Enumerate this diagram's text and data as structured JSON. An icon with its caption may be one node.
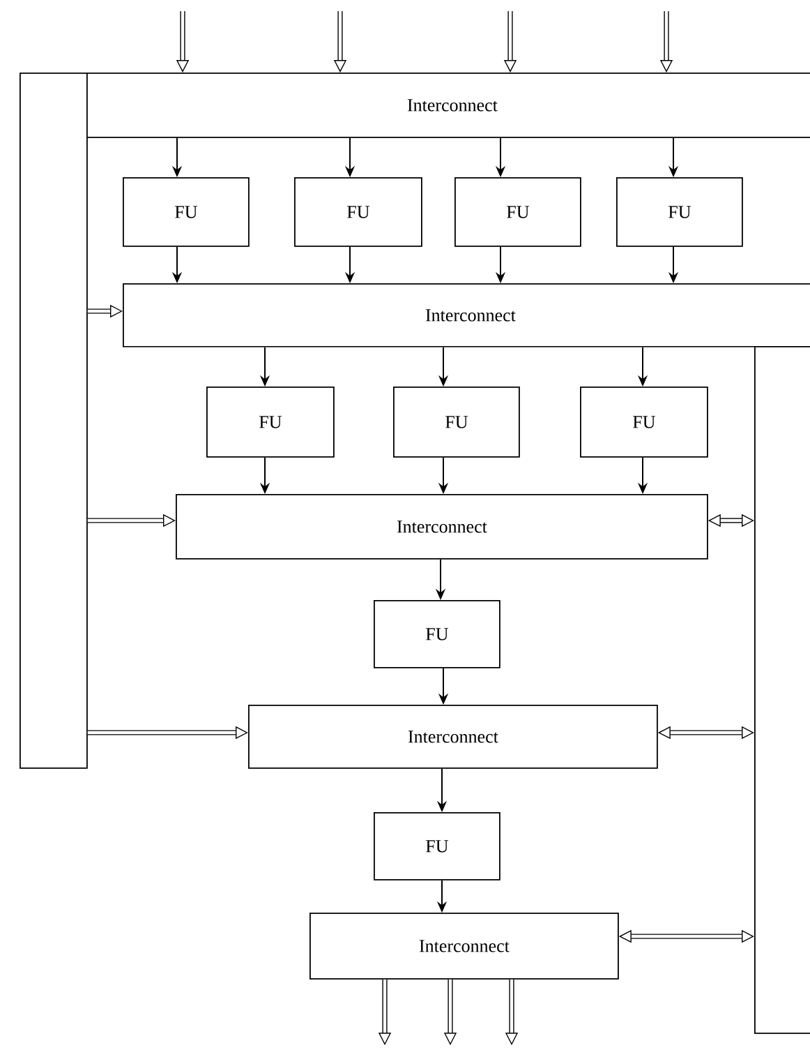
{
  "diagram": {
    "nodes": [
      {
        "text": [],
        "shape": "bar"
      },
      {
        "text": [
          "Interconnect"
        ]
      },
      {
        "text": [
          "FU"
        ]
      },
      {
        "text": [
          "FU"
        ]
      },
      {
        "text": [
          "FU"
        ]
      },
      {
        "text": [
          "FU"
        ]
      },
      {
        "text": [
          "Interconnect"
        ]
      },
      {
        "text": [
          "FU"
        ]
      },
      {
        "text": [
          "FU"
        ]
      },
      {
        "text": [
          "FU"
        ]
      },
      {
        "text": [
          "Interconnect"
        ]
      },
      {
        "text": [
          "FU"
        ]
      },
      {
        "text": [
          "Interconnect"
        ]
      },
      {
        "text": [
          "FU"
        ]
      },
      {
        "text": [
          "Interconnect"
        ]
      },
      {
        "text": [],
        "shape": "bar"
      }
    ],
    "edges": [
      {
        "from": null,
        "to": 1,
        "arrow": "to",
        "style": "thick"
      },
      {
        "from": null,
        "to": 1,
        "arrow": "to",
        "style": "thick"
      },
      {
        "from": null,
        "to": 1,
        "arrow": "to",
        "style": "thick"
      },
      {
        "from": null,
        "to": 1,
        "arrow": "to",
        "style": "thick"
      },
      {
        "from": 1,
        "to": 2,
        "arrow": "to"
      },
      {
        "from": 1,
        "to": 3,
        "arrow": "to"
      },
      {
        "from": 1,
        "to": 4,
        "arrow": "to"
      },
      {
        "from": 1,
        "to": 5,
        "arrow": "to"
      },
      {
        "from": 2,
        "to": 6,
        "arrow": "to"
      },
      {
        "from": 3,
        "to": 6,
        "arrow": "to"
      },
      {
        "from": 4,
        "to": 6,
        "arrow": "to"
      },
      {
        "from": 5,
        "to": 6,
        "arrow": "to"
      },
      {
        "from": 0,
        "to": 6,
        "arrow": "to",
        "style": "thick"
      },
      {
        "from": 6,
        "to": 7,
        "arrow": "to"
      },
      {
        "from": 6,
        "to": 8,
        "arrow": "to"
      },
      {
        "from": 6,
        "to": 9,
        "arrow": "to"
      },
      {
        "from": 7,
        "to": 10,
        "arrow": "to"
      },
      {
        "from": 8,
        "to": 10,
        "arrow": "to"
      },
      {
        "from": 9,
        "to": 10,
        "arrow": "to"
      },
      {
        "from": 0,
        "to": 10,
        "arrow": "to",
        "style": "thick"
      },
      {
        "from": 10,
        "to": 15,
        "arrow": "both",
        "style": "thick"
      },
      {
        "from": 10,
        "to": 11,
        "arrow": "to"
      },
      {
        "from": 11,
        "to": 12,
        "arrow": "to"
      },
      {
        "from": 0,
        "to": 12,
        "arrow": "to",
        "style": "thick"
      },
      {
        "from": 12,
        "to": 15,
        "arrow": "both",
        "style": "thick"
      },
      {
        "from": 12,
        "to": 13,
        "arrow": "to"
      },
      {
        "from": 13,
        "to": 14,
        "arrow": "to"
      },
      {
        "from": 14,
        "to": 15,
        "arrow": "both",
        "style": "thick"
      },
      {
        "from": 14,
        "to": null,
        "arrow": "to",
        "style": "thick"
      },
      {
        "from": 14,
        "to": null,
        "arrow": "to",
        "style": "thick"
      },
      {
        "from": 14,
        "to": null,
        "arrow": "to",
        "style": "thick"
      }
    ]
  }
}
